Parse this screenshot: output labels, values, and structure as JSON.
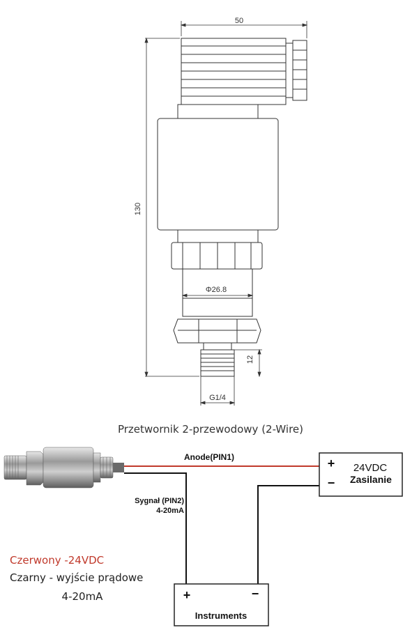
{
  "dimensions": {
    "width": "50",
    "height": "130",
    "diameter": "Φ26.8",
    "thread_length": "12",
    "thread": "G1/4"
  },
  "wiring": {
    "title": "Przetwornik 2-przewodowy (2-Wire)",
    "anode_label": "Anode(PIN1)",
    "signal_label_line1": "Sygnał (PIN2)",
    "signal_label_line2": "4-20mA",
    "power_plus": "+",
    "power_minus": "−",
    "power_voltage": "24VDC",
    "power_label": "Zasilanie",
    "instr_plus": "+",
    "instr_minus": "−",
    "instr_label": "Instruments"
  },
  "legend": {
    "red_line": "Czerwony -24VDC",
    "black_line1": "Czarny - wyjście prądowe",
    "black_line2": "4-20mA"
  },
  "colors": {
    "red_wire": "#c0392b",
    "black_wire": "#111111",
    "outline": "#333333"
  }
}
